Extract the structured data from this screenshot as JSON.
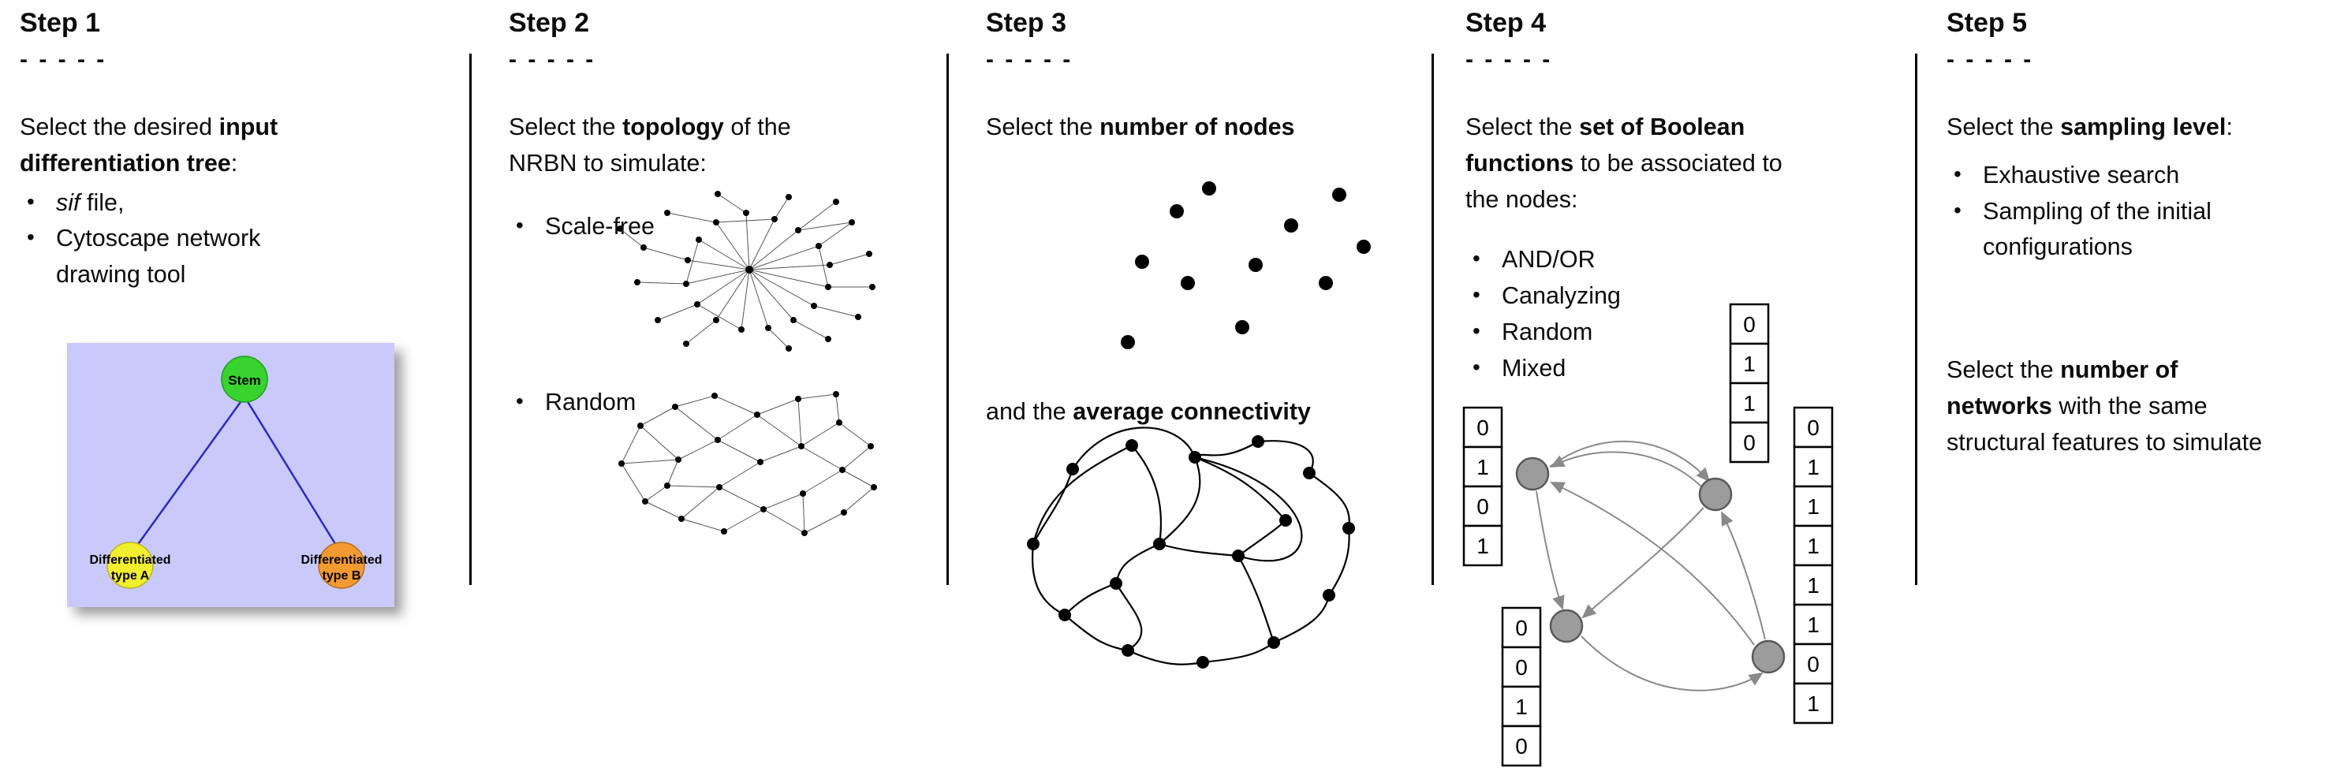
{
  "ui": {
    "bullet": "•"
  },
  "steps": [
    {
      "title": "Step 1",
      "dashes": "- - - - -",
      "intro_lines": [
        [
          {
            "t": "Select the desired ",
            "b": 0
          },
          {
            "t": "input",
            "b": 1
          }
        ],
        [
          {
            "t": "differentiation tree",
            "b": 1
          },
          {
            "t": ":",
            "b": 0
          }
        ]
      ],
      "bullets": [
        {
          "lines": [
            [
              {
                "t": "sif",
                "i": 1
              },
              {
                "t": " file,",
                "b": 0
              }
            ]
          ]
        },
        {
          "lines": [
            [
              {
                "t": "Cytoscape network",
                "b": 0
              }
            ],
            [
              {
                "t": "drawing tool",
                "b": 0
              }
            ]
          ]
        }
      ],
      "tree": {
        "root_label": "Stem",
        "left_line1": "Differentiated",
        "left_line2": "type A",
        "right_line1": "Differentiated",
        "right_line2": "type B",
        "colors": {
          "background": "#c9c9fb",
          "root": "#38d32f",
          "left": "#f2ee30",
          "right": "#f39a31",
          "edge": "#2a2ac4"
        }
      }
    },
    {
      "title": "Step 2",
      "dashes": "- - - - -",
      "intro_lines": [
        [
          {
            "t": "Select the ",
            "b": 0
          },
          {
            "t": "topology",
            "b": 1
          },
          {
            "t": " of the",
            "b": 0
          }
        ],
        [
          {
            "t": "NRBN to simulate:",
            "b": 0
          }
        ]
      ],
      "bullets": [
        {
          "lines": [
            [
              {
                "t": "Scale-free",
                "b": 0
              }
            ]
          ]
        },
        {
          "lines": [
            [
              {
                "t": "Random",
                "b": 0
              }
            ]
          ]
        }
      ]
    },
    {
      "title": "Step 3",
      "dashes": "- - - - -",
      "intro_lines": [
        [
          {
            "t": "Select the ",
            "b": 0
          },
          {
            "t": "number of nodes",
            "b": 1
          }
        ]
      ],
      "second_lines": [
        [
          {
            "t": "and the ",
            "b": 0
          },
          {
            "t": "average connectivity",
            "b": 1
          }
        ]
      ]
    },
    {
      "title": "Step 4",
      "dashes": "- - - - -",
      "intro_lines": [
        [
          {
            "t": "Select the ",
            "b": 0
          },
          {
            "t": "set of Boolean",
            "b": 1
          }
        ],
        [
          {
            "t": "functions",
            "b": 1
          },
          {
            "t": " to be associated to",
            "b": 0
          }
        ],
        [
          {
            "t": "the nodes:",
            "b": 0
          }
        ]
      ],
      "bullets": [
        {
          "lines": [
            [
              {
                "t": "AND/OR",
                "b": 0
              }
            ]
          ]
        },
        {
          "lines": [
            [
              {
                "t": "Canalyzing",
                "b": 0
              }
            ]
          ]
        },
        {
          "lines": [
            [
              {
                "t": "Random",
                "b": 0
              }
            ]
          ]
        },
        {
          "lines": [
            [
              {
                "t": "Mixed",
                "b": 0
              }
            ]
          ]
        }
      ],
      "tables": {
        "left": [
          "0",
          "1",
          "0",
          "1"
        ],
        "top": [
          "0",
          "1",
          "1",
          "0"
        ],
        "right": [
          "0",
          "1",
          "1",
          "1",
          "1",
          "1",
          "0",
          "1"
        ],
        "bottom": [
          "0",
          "0",
          "1",
          "0"
        ]
      }
    },
    {
      "title": "Step 5",
      "dashes": "- - - - -",
      "intro_lines": [
        [
          {
            "t": "Select the ",
            "b": 0
          },
          {
            "t": "sampling level",
            "b": 1
          },
          {
            "t": ":",
            "b": 0
          }
        ]
      ],
      "bullets": [
        {
          "lines": [
            [
              {
                "t": "Exhaustive search",
                "b": 0
              }
            ]
          ]
        },
        {
          "lines": [
            [
              {
                "t": "Sampling of the initial",
                "b": 0
              }
            ],
            [
              {
                "t": "configurations",
                "b": 0
              }
            ]
          ]
        }
      ],
      "second_lines": [
        [
          {
            "t": "Select the ",
            "b": 0
          },
          {
            "t": "number of",
            "b": 1
          }
        ],
        [
          {
            "t": "networks",
            "b": 1
          },
          {
            "t": " with the same",
            "b": 0
          }
        ],
        [
          {
            "t": "structural features to simulate",
            "b": 0
          }
        ]
      ]
    }
  ]
}
